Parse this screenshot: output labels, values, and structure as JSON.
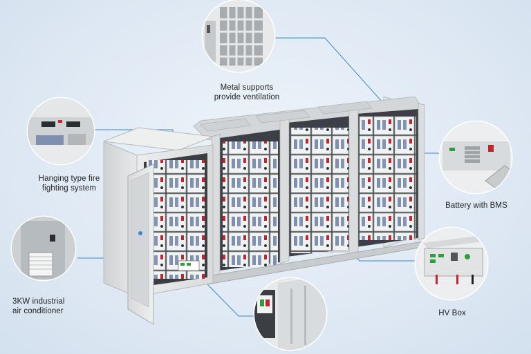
{
  "callouts": {
    "metal_supports": {
      "line1": "Metal supports",
      "line2": "provide ventilation"
    },
    "fire_fighting": {
      "line1": "Hanging type fire",
      "line2": "fighting system"
    },
    "air_conditioner": {
      "line1": "3KW industrial",
      "line2": "air conditioner"
    },
    "battery_bms": {
      "line1": "Battery with BMS"
    },
    "hv_box": {
      "line1": "HV Box"
    }
  },
  "colors": {
    "background": "#dde8f3",
    "leader_line": "#3a87c8",
    "cabinet": "#e9eaea",
    "module_handle": "#c0262d",
    "label_text": "#222222"
  }
}
